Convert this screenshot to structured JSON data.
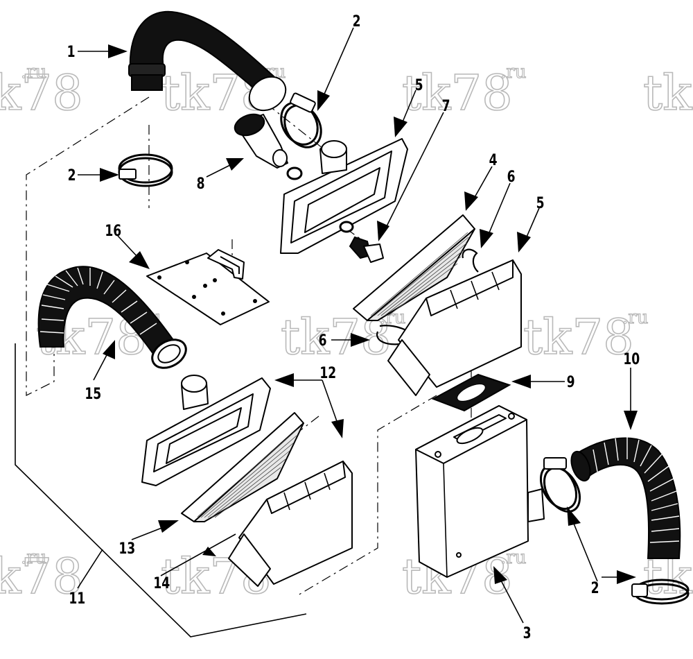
{
  "diagram": {
    "callouts": [
      "1",
      "2",
      "2",
      "2",
      "3",
      "4",
      "5",
      "5",
      "6",
      "6",
      "7",
      "8",
      "9",
      "10",
      "11",
      "12",
      "13",
      "14",
      "15",
      "16"
    ],
    "watermark": {
      "main": "tk78",
      "sup": ".ru"
    }
  }
}
